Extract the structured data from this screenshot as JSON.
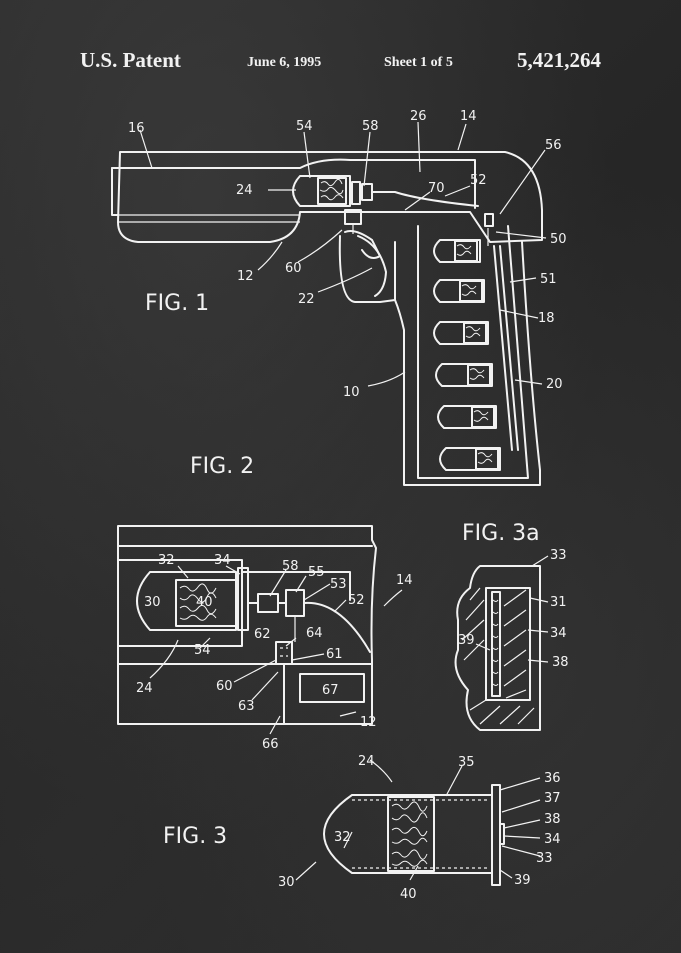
{
  "header": {
    "patent_label": "U.S. Patent",
    "date": "June 6, 1995",
    "sheet": "Sheet 1 of 5",
    "patent_number": "5,421,264"
  },
  "figures": {
    "fig1": "FIG. 1",
    "fig2": "FIG. 2",
    "fig3": "FIG. 3",
    "fig3a": "FIG. 3a"
  },
  "fig1_labels": [
    "16",
    "54",
    "58",
    "26",
    "14",
    "56",
    "24",
    "70",
    "52",
    "50",
    "51",
    "12",
    "60",
    "22",
    "18",
    "10",
    "20"
  ],
  "fig2_labels": [
    "32",
    "34",
    "58",
    "55",
    "53",
    "14",
    "30",
    "40",
    "52",
    "62",
    "64",
    "54",
    "61",
    "60",
    "24",
    "63",
    "67",
    "12",
    "66"
  ],
  "fig3a_labels": [
    "33",
    "31",
    "34",
    "39",
    "38"
  ],
  "fig3_labels": [
    "24",
    "35",
    "36",
    "37",
    "38",
    "34",
    "33",
    "32",
    "30",
    "40",
    "39"
  ]
}
